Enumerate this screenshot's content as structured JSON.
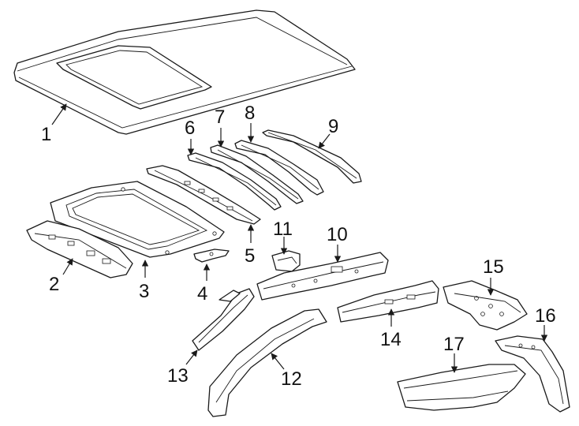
{
  "callouts": [
    {
      "id": "p1",
      "label": "1"
    },
    {
      "id": "p2",
      "label": "2"
    },
    {
      "id": "p3",
      "label": "3"
    },
    {
      "id": "p4",
      "label": "4"
    },
    {
      "id": "p5",
      "label": "5"
    },
    {
      "id": "p6",
      "label": "6"
    },
    {
      "id": "p7",
      "label": "7"
    },
    {
      "id": "p8",
      "label": "8"
    },
    {
      "id": "p9",
      "label": "9"
    },
    {
      "id": "p10",
      "label": "10"
    },
    {
      "id": "p11",
      "label": "11"
    },
    {
      "id": "p12",
      "label": "12"
    },
    {
      "id": "p13",
      "label": "13"
    },
    {
      "id": "p14",
      "label": "14"
    },
    {
      "id": "p15",
      "label": "15"
    },
    {
      "id": "p16",
      "label": "16"
    },
    {
      "id": "p17",
      "label": "17"
    }
  ],
  "colors": {
    "line": "#1a1a1a",
    "background": "#ffffff"
  }
}
